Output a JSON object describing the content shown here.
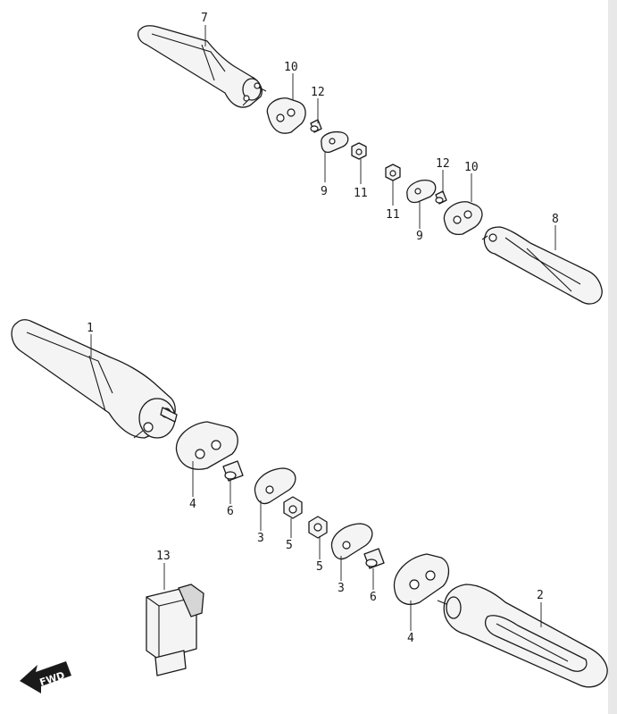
{
  "labels": {
    "p1": "1",
    "p2": "2",
    "p3a": "3",
    "p3b": "3",
    "p4a": "4",
    "p4b": "4",
    "p5a": "5",
    "p5b": "5",
    "p6a": "6",
    "p6b": "6",
    "p7": "7",
    "p8": "8",
    "p9a": "9",
    "p9b": "9",
    "p10a": "10",
    "p10b": "10",
    "p11a": "11",
    "p11b": "11",
    "p12a": "12",
    "p12b": "12",
    "p13": "13"
  },
  "fwd": "FWD",
  "colors": {
    "stroke": "#1a1a1a",
    "fill": "#f4f4f4",
    "background": "#ffffff",
    "border": "#e8e8e8"
  }
}
